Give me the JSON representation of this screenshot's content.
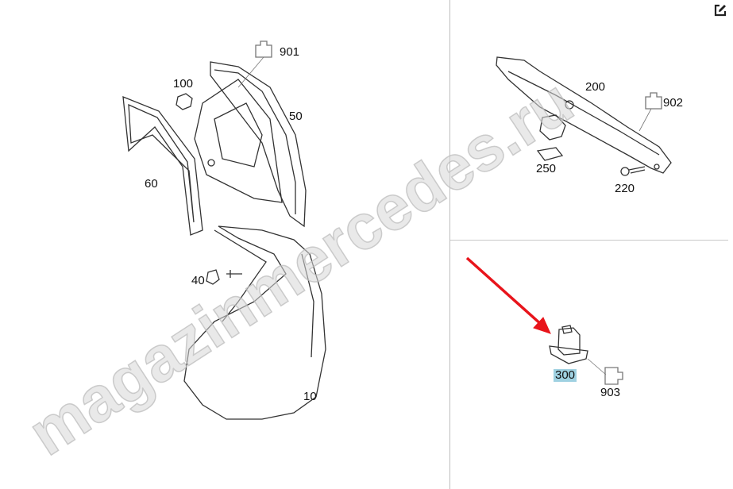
{
  "watermark": "magazinmercedes.ru",
  "left_diagram": {
    "labels": [
      "901",
      "100",
      "50",
      "60",
      "40",
      "10"
    ]
  },
  "right_top_diagram": {
    "labels": [
      "200",
      "902",
      "250",
      "220"
    ]
  },
  "right_bottom_diagram": {
    "selected_label": "300",
    "labels": [
      "903"
    ]
  },
  "colors": {
    "highlight": "#9fd1e1",
    "arrow": "#e8141b"
  },
  "icons": {
    "edit": "edit-icon"
  }
}
